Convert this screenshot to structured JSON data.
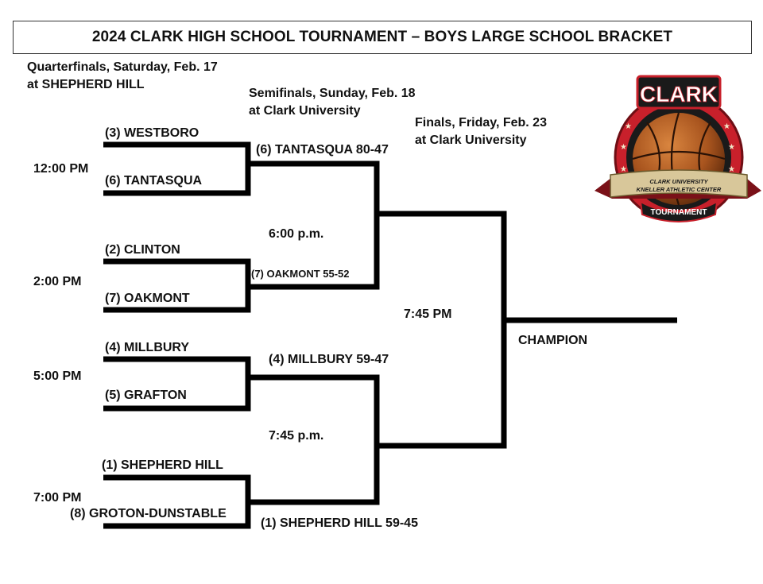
{
  "title": "2024 CLARK HIGH SCHOOL TOURNAMENT – BOYS LARGE SCHOOL BRACKET",
  "rounds": {
    "quarterfinals": {
      "line1": "Quarterfinals, Saturday, Feb. 17",
      "line2": "at SHEPHERD HILL"
    },
    "semifinals": {
      "line1": "Semifinals, Sunday, Feb. 18",
      "line2": "at Clark University"
    },
    "finals": {
      "line1": "Finals, Friday, Feb. 23",
      "line2": "at Clark University"
    }
  },
  "quarterfinal_games": [
    {
      "time": "12:00 PM",
      "top": "(3) WESTBORO",
      "bottom": "(6) TANTASQUA"
    },
    {
      "time": "2:00 PM",
      "top": "(2) CLINTON",
      "bottom": "(7) OAKMONT"
    },
    {
      "time": "5:00 PM",
      "top": "(4) MILLBURY",
      "bottom": "(5) GRAFTON"
    },
    {
      "time": "7:00 PM",
      "top": "(1) SHEPHERD HILL",
      "bottom": "(8) GROTON-DUNSTABLE"
    }
  ],
  "quarterfinal_results": [
    "(6) TANTASQUA 80-47",
    "(7) OAKMONT 55-52",
    "(4) MILLBURY 59-47",
    "(1) SHEPHERD HILL 59-45"
  ],
  "semifinal_times": [
    "6:00 p.m.",
    "7:45 p.m."
  ],
  "final_time": "7:45 PM",
  "champion_label": "CHAMPION",
  "logo": {
    "top_text": "CLARK",
    "ribbon_line1": "CLARK UNIVERSITY",
    "ribbon_line2": "KNELLER ATHLETIC CENTER",
    "banner_text": "TOURNAMENT",
    "colors": {
      "red": "#c8202b",
      "dark": "#1a1a1a",
      "ball": "#a8541e",
      "gold": "#d8c79a"
    }
  }
}
